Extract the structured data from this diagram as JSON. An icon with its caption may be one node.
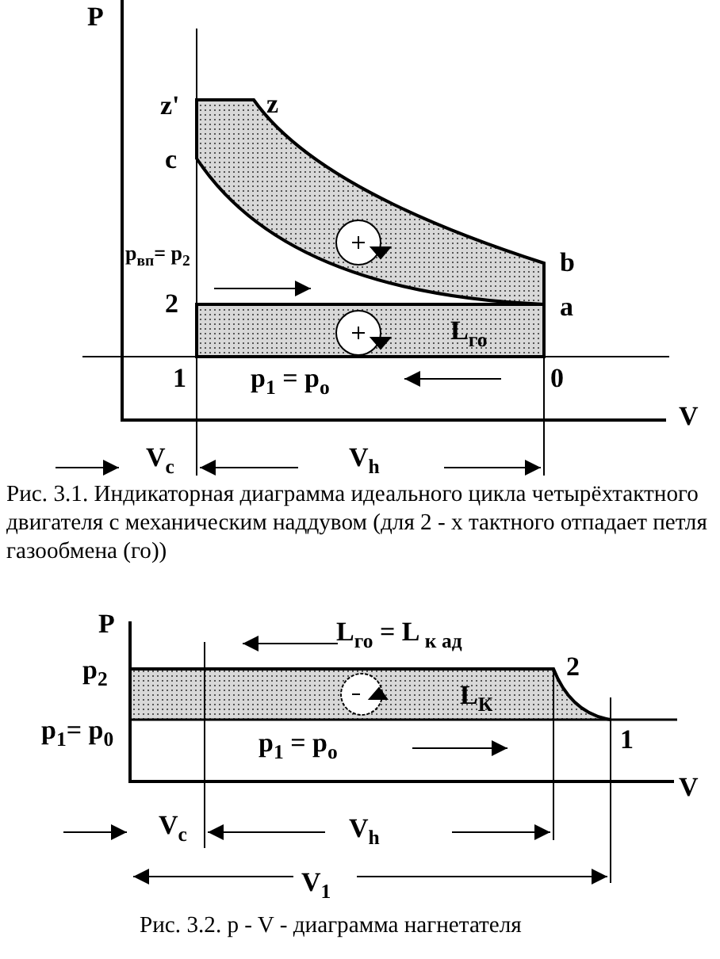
{
  "diagram": {
    "labels": [
      "P",
      "z'",
      "z",
      "c",
      "p$_{вп}$= p$_{2}$",
      "b",
      "2",
      "a",
      "L$_{го}$",
      "1",
      "p$_{1}$ = p$_{o}$",
      "0",
      "V",
      "V$_{c}$",
      "V$_{h}$",
      "Рис. 3.1. Индикаторная диаграмма идеального цикла четырёхтактного двигателя с механическим наддувом (для 2 - х тактного отпадает петля газообмена (го))",
      "P",
      "L$_{го}$ = L$_{ к ад}$",
      "p$_{2}$",
      "2",
      "L$_{К}$",
      "p$_{1}$= p$_{0}$",
      "p$_{1}$ = p$_{o}$",
      "1",
      "V",
      "V$_{c}$",
      "V$_{h}$",
      "V$_{1}$",
      "Рис. 3.2. p - V - диаграмма нагнетателя"
    ]
  }
}
